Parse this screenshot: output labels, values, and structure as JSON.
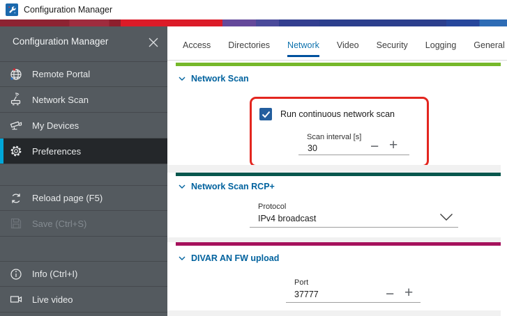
{
  "titlebar": {
    "title": "Configuration Manager"
  },
  "sidebar": {
    "header": {
      "title": "Configuration Manager"
    },
    "nav": [
      {
        "label": "Remote Portal"
      },
      {
        "label": "Network Scan"
      },
      {
        "label": "My Devices"
      },
      {
        "label": "Preferences",
        "selected": true
      }
    ],
    "actions": [
      {
        "label": "Reload page (F5)",
        "enabled": true
      },
      {
        "label": "Save (Ctrl+S)",
        "enabled": false
      }
    ],
    "footer": [
      {
        "label": "Info (Ctrl+I)"
      },
      {
        "label": "Live video"
      }
    ]
  },
  "tabs": {
    "items": [
      {
        "label": "Access"
      },
      {
        "label": "Directories"
      },
      {
        "label": "Network",
        "active": true
      },
      {
        "label": "Video"
      },
      {
        "label": "Security"
      },
      {
        "label": "Logging"
      },
      {
        "label": "General"
      }
    ]
  },
  "sections": {
    "network_scan": {
      "title": "Network Scan",
      "checkbox_label": "Run continuous network scan",
      "checkbox_checked": true,
      "interval_label": "Scan interval [s]",
      "interval_value": "30",
      "minus": "−",
      "plus": "+"
    },
    "rcp": {
      "title": "Network Scan RCP+",
      "protocol_label": "Protocol",
      "protocol_value": "IPv4 broadcast"
    },
    "divar": {
      "title": "DIVAR AN FW upload",
      "port_label": "Port",
      "port_value": "37777",
      "minus": "−",
      "plus": "+"
    }
  },
  "colors": {
    "accent_blue": "#00629e",
    "selected_indicator": "#00a6d8",
    "green_bar": "#76b82a",
    "teal_bar": "#07574d",
    "magenta_bar": "#a5115c",
    "annotation_red": "#e3261f",
    "checkbox_blue": "#235e9e"
  }
}
